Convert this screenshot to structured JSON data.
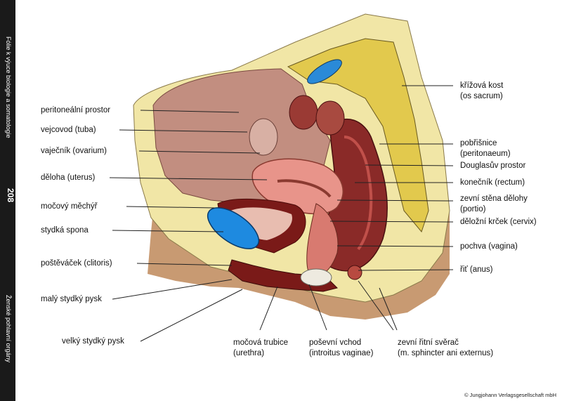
{
  "sidebar": {
    "top_text": "Fólie k výuce biologie a somatologie",
    "page_number": "208",
    "bottom_text": "Ženské pohlavní orgány"
  },
  "labels_left": {
    "peritoneal": "peritoneální prostor",
    "tuba": "vejcovod (tuba)",
    "ovarium": "vaječník (ovarium)",
    "uterus": "děloha (uterus)",
    "bladder": "močový měchýř",
    "symphysis": "stydká spona",
    "clitoris": "poštěváček (clitoris)",
    "labia_minora": "malý stydký pysk",
    "labia_majora": "velký stydký pysk"
  },
  "labels_right": {
    "sacrum_1": "křížová kost",
    "sacrum_2": "(os sacrum)",
    "peritoneum_1": "pobřišnice",
    "peritoneum_2": "(peritonaeum)",
    "douglas": "Douglasův prostor",
    "rectum": "konečník (rectum)",
    "portio_1": "zevní stěna dělohy",
    "portio_2": "(portio)",
    "cervix": "děložní krček (cervix)",
    "vagina": "pochva (vagina)",
    "anus": "řiť (anus)"
  },
  "labels_bottom": {
    "urethra_1": "močová trubice",
    "urethra_2": "(urethra)",
    "introitus_1": "poševní vchod",
    "introitus_2": "(introitus vaginae)",
    "sphincter_1": "zevní řitní svěrač",
    "sphincter_2": "(m. sphincter ani externus)"
  },
  "copyright": "© Jungjohann Verlagsgesellschaft mbH"
}
